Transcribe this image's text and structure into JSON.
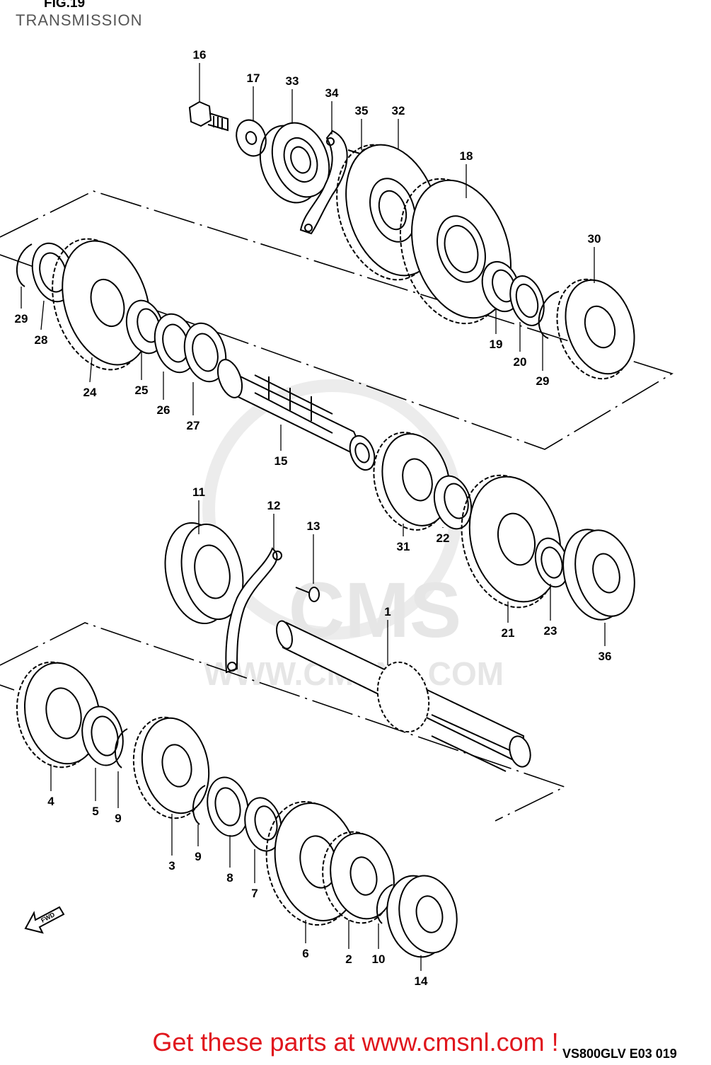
{
  "header": {
    "figure": "FIG.19",
    "section": "TRANSMISSION"
  },
  "watermark": {
    "brand": "CMS",
    "url": "WWW.CMSNL.COM"
  },
  "direction_label": "FWD",
  "callouts": [
    "16",
    "17",
    "33",
    "34",
    "35",
    "32",
    "18",
    "30",
    "29",
    "28",
    "24",
    "25",
    "26",
    "27",
    "15",
    "19",
    "20",
    "29",
    "11",
    "12",
    "13",
    "31",
    "22",
    "21",
    "23",
    "36",
    "1",
    "4",
    "5",
    "9",
    "3",
    "9",
    "8",
    "7",
    "6",
    "2",
    "10",
    "14"
  ],
  "footer": {
    "cta": "Get these parts at www.cmsnl.com !",
    "model_code": "VS800GLV E03 019"
  },
  "colors": {
    "line": "#000000",
    "cta": "#e0161d",
    "watermark": "#e6e6e6"
  }
}
